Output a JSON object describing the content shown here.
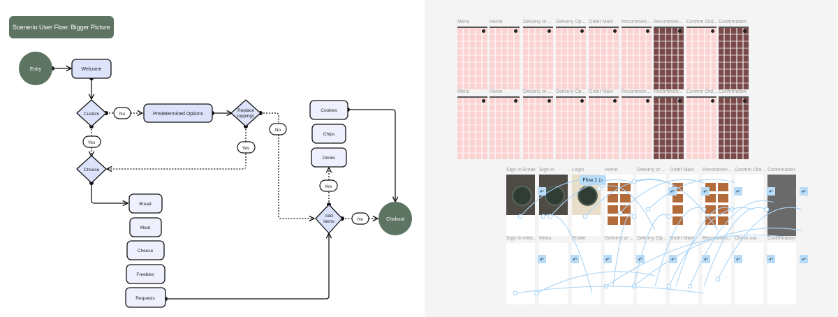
{
  "flowchart": {
    "title": "Scenerio User Flow: Bigger Picture",
    "colors": {
      "terminal": "#5e7462",
      "process_fill": "#dde3fb",
      "option_fill": "#eef1fd",
      "stroke": "#111111"
    },
    "nodes": {
      "entry": "Entry",
      "welcome": "Welcome",
      "custom": "Custom",
      "no_1": "No",
      "predetermined": "Predetermined Options",
      "replace_line1": "Replace",
      "replace_line2": "toppings",
      "yes_1": "Yes",
      "yes_2": "Yes",
      "no_2": "No",
      "choose": "Choose",
      "bread": "Bread",
      "meat": "Meat",
      "cheese": "Cheese",
      "freebies": "Freebies",
      "requests": "Requests",
      "cookies": "Cookies",
      "chips": "Chips",
      "drinks": "Drinks",
      "yes_3": "Yes",
      "add_line1": "Add",
      "add_line2": "items",
      "no_3": "No",
      "checkout": "Chekout"
    }
  },
  "wireframes": {
    "row1": [
      "Menu",
      "Home",
      "Delivery or ...",
      "Delivery Op...",
      "Order Main",
      "Recommen...",
      "Recommen...",
      "Confirm Ord...",
      "Confirmation"
    ],
    "row2": [
      "Menu",
      "Home",
      "Delivery or ...",
      "Delivery Op...",
      "Order Main",
      "Recommen...",
      "Recommen...",
      "Confirm Ord...",
      "Confirmation"
    ],
    "colors": {
      "grid_pink": "#f9cfcf",
      "grid_dark": "#7a4a4a"
    }
  },
  "prototype": {
    "flow_label": "Flow 1",
    "row1": [
      "Sign In-Email",
      "Sign In",
      "Login",
      "Home",
      "Delivery or ...",
      "Order Main",
      "Recommen...",
      "Confirm Ord...",
      "Confirmation"
    ],
    "row2": [
      "Sign In-Infor...",
      "Menu",
      "Profile",
      "Delivery or ...",
      "Delivery Op...",
      "Order Main",
      "Recommen...",
      "Check out",
      "Confirmation"
    ],
    "colors": {
      "connector": "#a9d4f5"
    }
  }
}
